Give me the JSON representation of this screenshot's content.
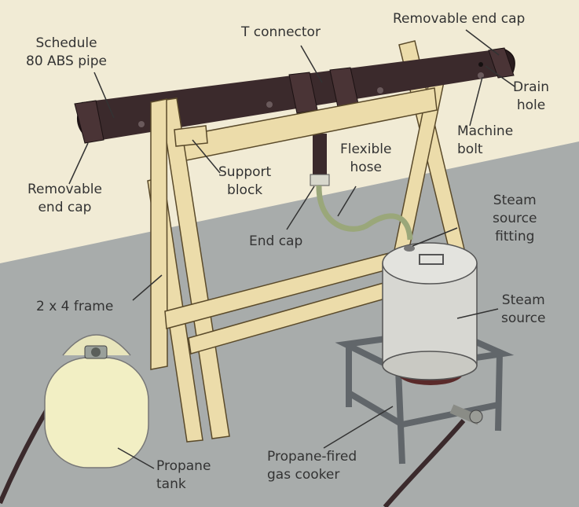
{
  "colors": {
    "wall": "#f1ebd5",
    "floor": "#a8acab",
    "pipe": "#3b2a2c",
    "wood": "#ecdcaa",
    "tank": "#f2efc4",
    "steam_source": "#d7d7d2",
    "stand": "#61666a",
    "hose": "#9aa77a"
  },
  "labels": {
    "schedule_80_pipe": "Schedule\n80 ABS pipe",
    "t_connector": "T connector",
    "end_cap_right": "Removable end cap",
    "drain_hole": "Drain\nhole",
    "machine_bolt": "Machine\nbolt",
    "end_cap_left": "Removable\nend cap",
    "support_block": "Support\nblock",
    "flexible_hose": "Flexible\nhose",
    "steam_source_fitting": "Steam\nsource\nfitting",
    "end_cap_hose": "End cap",
    "frame": "2 x 4 frame",
    "steam_source": "Steam\nsource",
    "propane_tank": "Propane\ntank",
    "gas_cooker": "Propane-fired\ngas cooker"
  }
}
